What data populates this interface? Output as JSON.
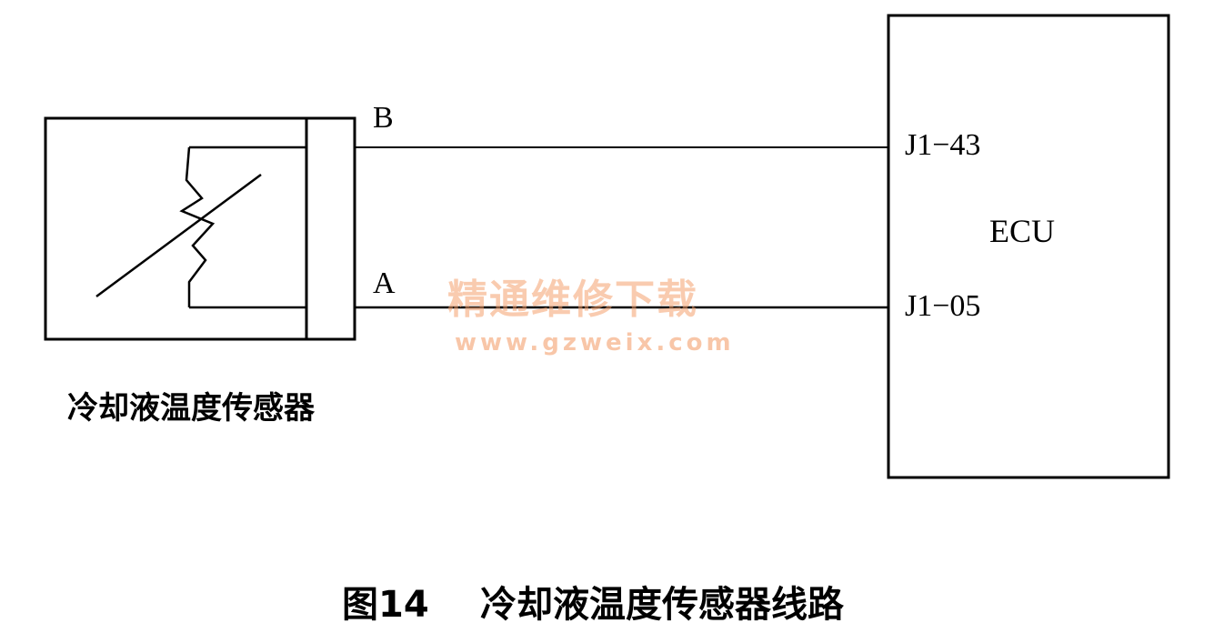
{
  "sensor": {
    "name": "冷却液温度传感器",
    "pin_b": "B",
    "pin_a": "A"
  },
  "ecu": {
    "name": "ECU",
    "pin_top": "J1−43",
    "pin_bottom": "J1−05"
  },
  "caption": {
    "figure_number": "图14",
    "title": "冷却液温度传感器线路"
  },
  "watermark": {
    "text": "精通维修下载",
    "url": "www.gzweix.com",
    "color": "#f4a06e"
  },
  "colors": {
    "line": "#000000",
    "background": "#ffffff"
  }
}
